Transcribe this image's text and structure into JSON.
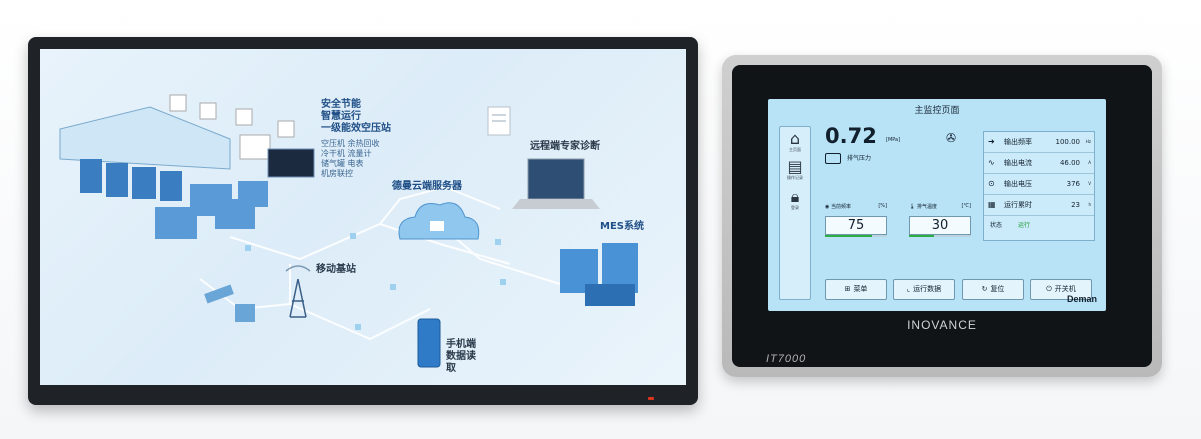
{
  "big_display": {
    "texts": {
      "energy_lines": [
        "安全节能",
        "智慧运行",
        "一级能效空压站"
      ],
      "feature_rows": [
        "空压机 余热回收",
        "冷干机 流量计",
        "储气罐 电表",
        "机房联控"
      ],
      "remote": "远程端专家诊断",
      "cloud": "德曼云端服务器",
      "base_station": "移动基站",
      "mes": "MES系统",
      "mobile": [
        "手机端",
        "数据读取"
      ]
    },
    "colors": {
      "accent": "#1f4f86",
      "led": "#d9341c"
    }
  },
  "hmi": {
    "brand": "INOVANCE",
    "model": "IT7000",
    "screen": {
      "title": "主监控页面",
      "sidebar": [
        {
          "icon": "home-icon",
          "label": "主页面"
        },
        {
          "icon": "document-search-icon",
          "label": "操作记录"
        },
        {
          "icon": "lock-icon",
          "label": "登录"
        }
      ],
      "pressure": {
        "value": "0.72",
        "unit": "[MPa]",
        "label": "排气压力",
        "fan_icon": "fan-icon"
      },
      "gauges": [
        {
          "label": "当前频率",
          "unit": "[%]",
          "value": "75",
          "fill": 0.75,
          "icon": "gauge-icon"
        },
        {
          "label": "排气温度",
          "unit": "[℃]",
          "value": "30",
          "fill": 0.4,
          "icon": "thermometer-icon"
        }
      ],
      "params": [
        {
          "icon": "arrow-right-icon",
          "label": "输出频率",
          "value": "100.00",
          "unit": "Hz"
        },
        {
          "icon": "wave-icon",
          "label": "输出电流",
          "value": "46.00",
          "unit": "A"
        },
        {
          "icon": "gauge-icon",
          "label": "输出电压",
          "value": "376",
          "unit": "V"
        },
        {
          "icon": "calendar-icon",
          "label": "运行累时",
          "value": "23",
          "unit": "h"
        }
      ],
      "status": {
        "label": "状态",
        "value": "运行"
      },
      "buttons": [
        {
          "icon": "grid-icon",
          "label": "菜单"
        },
        {
          "icon": "chart-icon",
          "label": "运行数据"
        },
        {
          "icon": "refresh-icon",
          "label": "复位"
        },
        {
          "icon": "power-icon",
          "label": "开关机"
        }
      ],
      "footer_brand": "Deman",
      "colors": {
        "screen_bg": "#b8e3f7",
        "running": "#1c9b34"
      }
    }
  }
}
